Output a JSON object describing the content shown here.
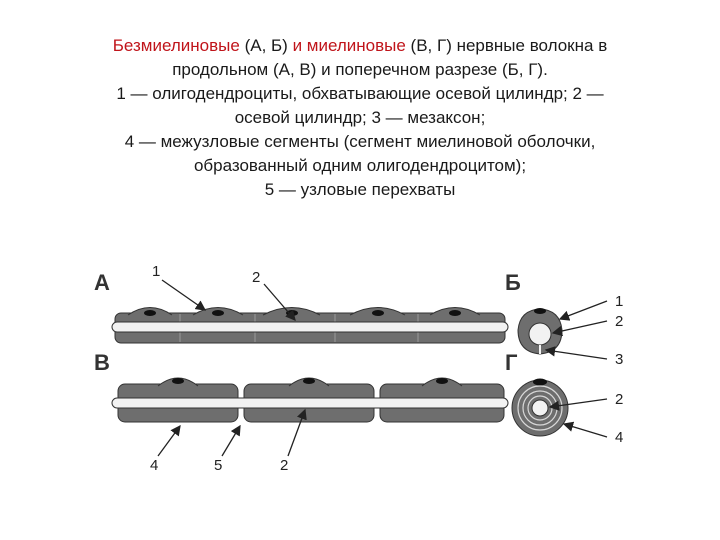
{
  "caption": {
    "line1_red_a": "Безмиелиновые",
    "line1_mid_a": " (А, Б) ",
    "line1_red_b": "и миелиновые",
    "line1_rest": " (В, Г) нервные волокна в",
    "line2": "продольном (А, В) и поперечном разрезе (Б, Г).",
    "line3": "1 — олигодендроциты, обхватывающие осевой цилиндр; 2 —",
    "line4": "осевой цилиндр; 3 — мезаксон;",
    "line5": "4 — межузловые сегменты (сегмент миелиновой оболочки,",
    "line6": "образованный одним олигодендроцитом);",
    "line7": "5 — узловые перехваты"
  },
  "figure": {
    "panel_a": "А",
    "panel_b": "Б",
    "panel_v": "В",
    "panel_g": "Г",
    "label_a1": "1",
    "label_a2": "2",
    "label_b1": "1",
    "label_b2": "2",
    "label_b3": "3",
    "label_g2": "2",
    "label_g4": "4",
    "label_v4": "4",
    "label_v5": "5",
    "label_v2": "2"
  },
  "colors": {
    "highlight": "#c0141a",
    "segment_fill": "#6e6e6e",
    "axon_fill": "#f2f2f2"
  }
}
